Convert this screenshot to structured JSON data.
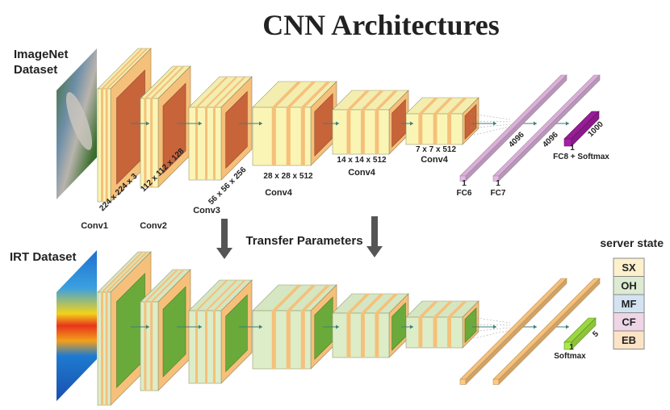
{
  "title": "CNN Architectures",
  "transfer_label": "Transfer Parameters",
  "top_network": {
    "dataset_label_line1": "ImageNet",
    "dataset_label_line2": "Dataset",
    "layers": [
      {
        "name": "Conv1",
        "dims": "224 x 224 x 3"
      },
      {
        "name": "Conv2",
        "dims": "112 x 112 x 128"
      },
      {
        "name": "Conv3",
        "dims": "56 x 56 x 256"
      },
      {
        "name": "Conv4",
        "dims": "28 x 28 x 512"
      },
      {
        "name": "Conv4",
        "dims": "14 x 14 x 512"
      },
      {
        "name": "Conv4",
        "dims": "7 x 7 x 512"
      }
    ],
    "fc": [
      {
        "name": "FC6",
        "width": "1",
        "length": "4096"
      },
      {
        "name": "FC7",
        "width": "1",
        "length": "4096"
      },
      {
        "name": "FC8 + Softmax",
        "width": "1",
        "length": "1000"
      }
    ]
  },
  "bottom_network": {
    "dataset_label": "IRT Dataset",
    "output": {
      "name": "Softmax",
      "width": "1",
      "length": "5"
    }
  },
  "server_state": {
    "title": "server state",
    "classes": [
      {
        "label": "SX",
        "color": "#fdf0cc"
      },
      {
        "label": "OH",
        "color": "#dcebd2"
      },
      {
        "label": "MF",
        "color": "#d3e3f2"
      },
      {
        "label": "CF",
        "color": "#eed6e6"
      },
      {
        "label": "EB",
        "color": "#fbe3c6"
      }
    ]
  },
  "colors": {
    "block_face": "#fbf5b5",
    "block_stripe": "#f5c07a",
    "block_kernel_top": "#c8643a",
    "block_face_bottom": "#dcedc8",
    "block_kernel_bottom": "#6aaa3a",
    "fc_top": "#d9b0d8",
    "fc8_top": "#8a1a8a",
    "fc_bottom": "#f5c07a",
    "softmax_bottom": "#8cc43a",
    "arrow": "#555555"
  }
}
